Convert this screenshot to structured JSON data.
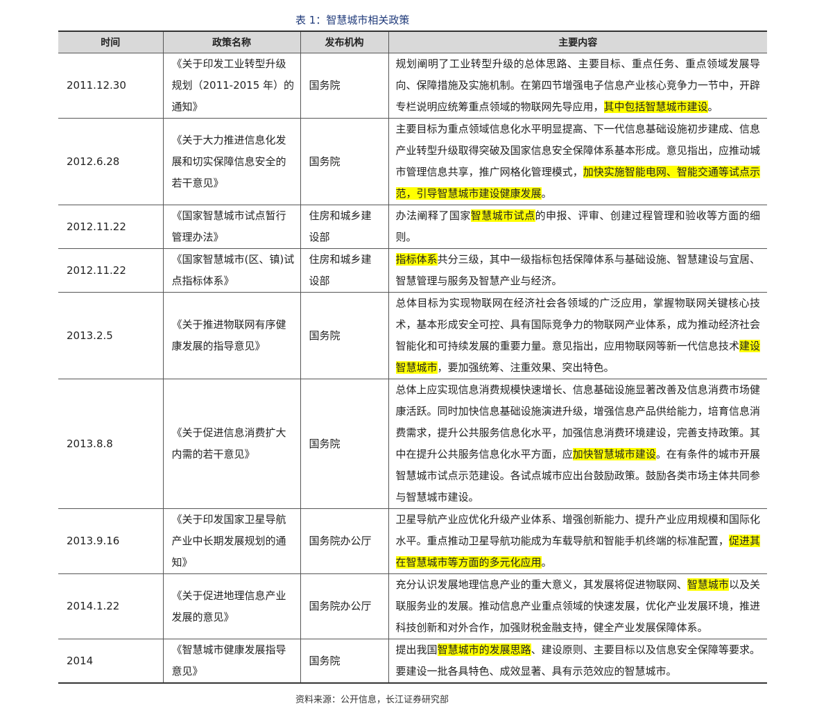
{
  "caption": {
    "prefix": "表 1：",
    "title": "智慧城市相关政策"
  },
  "table": {
    "headers": [
      "时间",
      "政策名称",
      "发布机构",
      "主要内容"
    ],
    "rows": [
      {
        "date": "2011.12.30",
        "name": "《关于印发工业转型升级规划（2011-2015 年）的通知》",
        "org": "国务院",
        "content": [
          {
            "text": "规划阐明了工业转型升级的总体思路、主要目标、重点任务、重点领域发展导向、保障措施及实施机制。在第四节增强电子信息产业核心竞争力一节中，开辟专栏说明应统筹重点领域的物联网先导应用，"
          },
          {
            "text": "其中包括智慧城市建设",
            "hl": true
          },
          {
            "text": "。"
          }
        ]
      },
      {
        "date": "2012.6.28",
        "name": "《关于大力推进信息化发展和切实保障信息安全的若干意见》",
        "org": "国务院",
        "content": [
          {
            "text": "主要目标为重点领域信息化水平明显提高、下一代信息基础设施初步建成、信息产业转型升级取得突破及国家信息安全保障体系基本形成。意见指出，应推动城市管理信息共享，推广网格化管理模式，"
          },
          {
            "text": "加快实施智能电网、智能交通等试点示范，引导智慧城市建设健康发展",
            "hl": true
          },
          {
            "text": "。"
          }
        ]
      },
      {
        "date": "2012.11.22",
        "name": "《国家智慧城市试点暂行管理办法》",
        "org": "住房和城乡建设部",
        "content": [
          {
            "text": "办法阐释了国家"
          },
          {
            "text": "智慧城市试点",
            "hl": true
          },
          {
            "text": "的申报、评审、创建过程管理和验收等方面的细则。"
          }
        ]
      },
      {
        "date": "2012.11.22",
        "name": "《国家智慧城市(区、镇)试点指标体系》",
        "org": "住房和城乡建设部",
        "content": [
          {
            "text": "指标体系",
            "hl": true
          },
          {
            "text": "共分三级，其中一级指标包括保障体系与基础设施、智慧建设与宜居、智慧管理与服务及智慧产业与经济。"
          }
        ]
      },
      {
        "date": "2013.2.5",
        "name": "《关于推进物联网有序健康发展的指导意见》",
        "org": "国务院",
        "content": [
          {
            "text": "总体目标为实现物联网在经济社会各领域的广泛应用，掌握物联网关键核心技术，基本形成安全可控、具有国际竞争力的物联网产业体系，成为推动经济社会智能化和可持续发展的重要力量。意见指出，应用物联网等新一代信息技术"
          },
          {
            "text": "建设智慧城市",
            "hl": true
          },
          {
            "text": "，要加强统筹、注重效果、突出特色。"
          }
        ]
      },
      {
        "date": "2013.8.8",
        "name": "《关于促进信息消费扩大内需的若干意见》",
        "org": "国务院",
        "content": [
          {
            "text": "总体上应实现信息消费规模快速增长、信息基础设施显著改善及信息消费市场健康活跃。同时加快信息基础设施演进升级，增强信息产品供给能力，培育信息消费需求，提升公共服务信息化水平，加强信息消费环境建设，完善支持政策。其中在提升公共服务信息化水平方面，应"
          },
          {
            "text": "加快智慧城市建设",
            "hl": true
          },
          {
            "text": "。在有条件的城市开展智慧城市试点示范建设。各试点城市应出台鼓励政策。鼓励各类市场主体共同参与智慧城市建设。"
          }
        ]
      },
      {
        "date": "2013.9.16",
        "name": "《关于印发国家卫星导航产业中长期发展规划的通知》",
        "org": "国务院办公厅",
        "content": [
          {
            "text": "卫星导航产业应优化升级产业体系、增强创新能力、提升产业应用规模和国际化水平。重点推动卫星导航功能成为车载导航和智能手机终端的标准配置，"
          },
          {
            "text": "促进其在智慧城市等方面的多元化应用",
            "hl": true
          },
          {
            "text": "。"
          }
        ]
      },
      {
        "date": "2014.1.22",
        "name": "《关于促进地理信息产业发展的意见》",
        "org": "国务院办公厅",
        "content": [
          {
            "text": "充分认识发展地理信息产业的重大意义，其发展将促进物联网、"
          },
          {
            "text": "智慧城市",
            "hl": true
          },
          {
            "text": "以及关联服务业的发展。推动信息产业重点领域的快速发展，优化产业发展环境，推进科技创新和对外合作，加强财税金融支持，健全产业发展保障体系。"
          }
        ]
      },
      {
        "date": "2014",
        "name": "《智慧城市健康发展指导意见》",
        "org": "国务院",
        "content": [
          {
            "text": "提出我国"
          },
          {
            "text": "智慧城市的发展思路",
            "hl": true
          },
          {
            "text": "、建设原则、主要目标以及信息安全保障等要求。要建设一批各具特色、成效显著、具有示范效应的智慧城市。"
          }
        ]
      }
    ]
  },
  "source": "资料来源：公开信息，长江证券研究部"
}
